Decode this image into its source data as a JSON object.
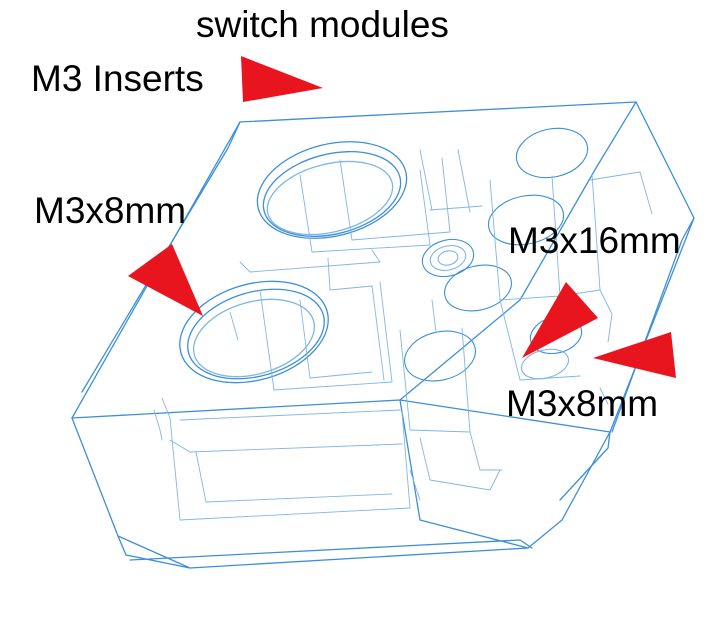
{
  "labels": {
    "top_label": "switch modules",
    "inserts_label": "M3 Inserts",
    "screw_left_label": "M3x8mm",
    "screw_long_label": "M3x16mm",
    "screw_right_label": "M3x8mm"
  },
  "colors": {
    "outline": "#3d8fd8",
    "inner_lines": "#7fb6e6",
    "arrow": "#e8141e",
    "text": "#000000",
    "background": "#ffffff"
  },
  "icons": {
    "arrow": "red-triangle-arrow"
  }
}
